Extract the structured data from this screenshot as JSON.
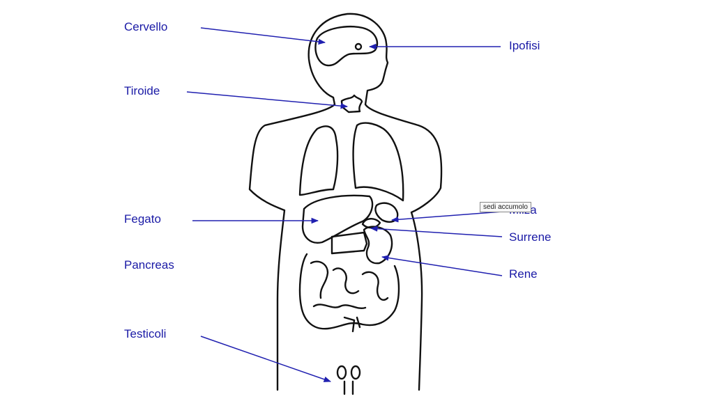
{
  "colors": {
    "label": "#1a1aa6",
    "arrow": "#2020b0",
    "outline": "#111111",
    "background": "#ffffff"
  },
  "labels": {
    "cervello": "Cervello",
    "ipofisi": "Ipofisi",
    "tiroide": "Tiroide",
    "fegato": "Fegato",
    "milza": "Milza",
    "surrene": "Surrene",
    "pancreas": "Pancreas",
    "rene": "Rene",
    "testicoli": "Testicoli"
  },
  "tooltip": {
    "text": "sedi accumolo"
  }
}
